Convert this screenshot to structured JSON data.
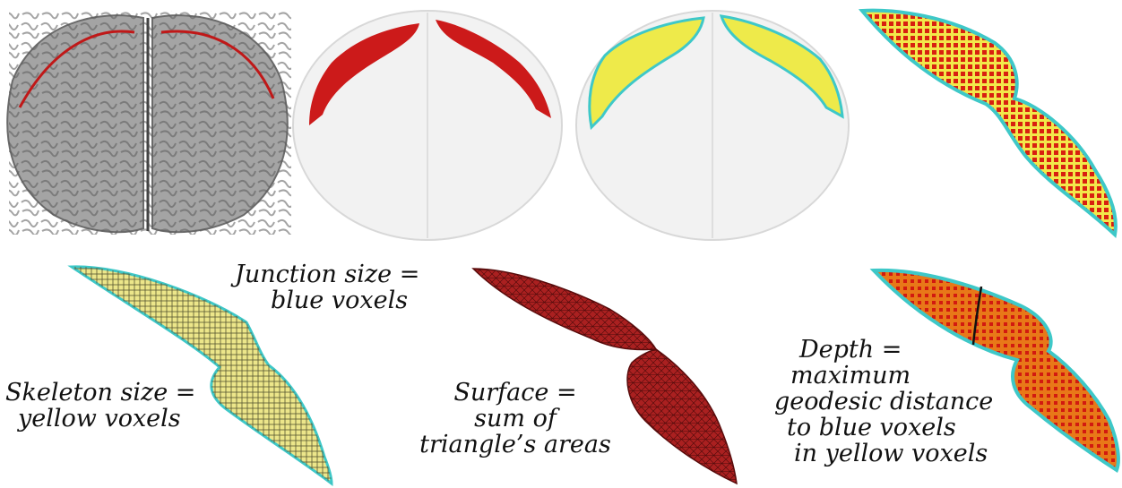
{
  "panels": {
    "brain": {
      "name": "brain-surface-render"
    },
    "sulcus_red": {
      "name": "sulcus-red-on-glass-brain"
    },
    "sulcus_yellow": {
      "name": "sulcus-yellow-on-glass-brain"
    },
    "closeup": {
      "name": "sulcus-closeup-top-right"
    }
  },
  "annotations": {
    "junction": {
      "line1": "Junction size =",
      "line2": "blue voxels"
    },
    "skeleton": {
      "line1": "Skeleton size =",
      "line2": "yellow voxels"
    },
    "surface": {
      "line1": "Surface =",
      "line2": "sum of",
      "line3": "triangle’s areas"
    },
    "depth": {
      "line1": "Depth =",
      "line2": "maximum",
      "line3": "geodesic distance",
      "line4": "to blue voxels",
      "line5": "in yellow voxels"
    }
  },
  "colors": {
    "brain_gray": "#9a9a9a",
    "sulcus_red": "#cc1a1a",
    "skeleton_yellow": "#e8e060",
    "junction_cyan": "#3ec8c8",
    "surface_mesh_red": "#a82020",
    "depth_orange": "#e06010"
  }
}
